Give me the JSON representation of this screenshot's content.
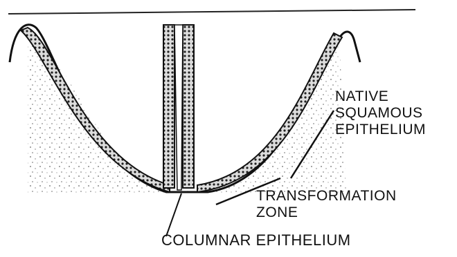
{
  "labels": {
    "native_squamous_epithelium": [
      "NATIVE",
      "SQUAMOUS",
      "EPITHELIUM"
    ],
    "transformation_zone": [
      "TRANSFORMATION",
      "ZONE"
    ],
    "columnar_epithelium": "COLUMNAR EPITHELIUM"
  }
}
